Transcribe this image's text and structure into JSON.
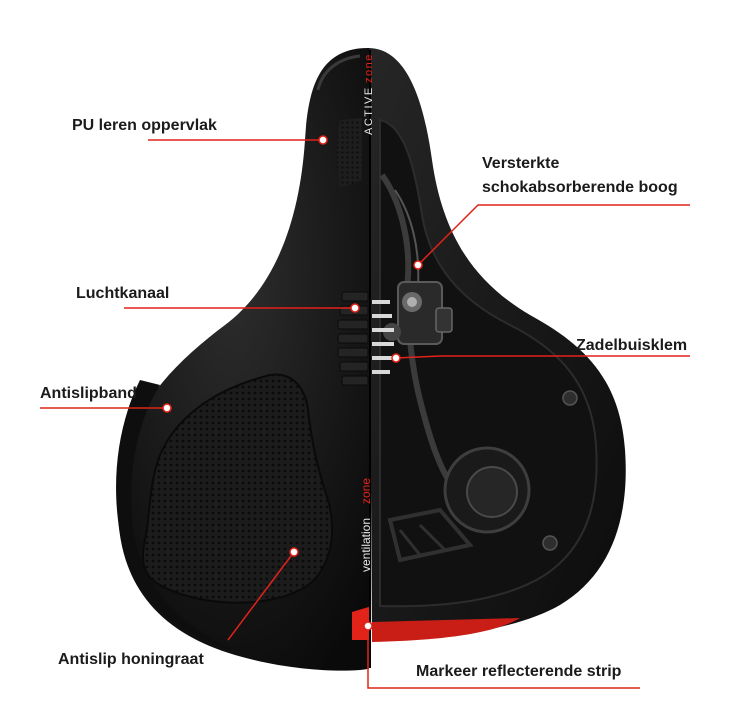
{
  "colors": {
    "accent": "#e2231a",
    "saddle": "#161616",
    "label_text": "#1b1b1b"
  },
  "saddle_print": {
    "active_word": "ACTIVE",
    "active_zone_word": "zone",
    "ventilation_word": "ventilation",
    "ventilation_zone_word": "zone"
  },
  "callouts": {
    "pu_surface": "PU leren oppervlak",
    "shock_arch_line1": "Versterkte",
    "shock_arch_line2": "schokabsorberende boog",
    "air_channel": "Luchtkanaal",
    "seatpost_clamp": "Zadelbuisklem",
    "antislip_band": "Antislipband",
    "antislip_honeycomb": "Antislip honingraat",
    "reflective_strip": "Markeer reflecterende strip"
  }
}
